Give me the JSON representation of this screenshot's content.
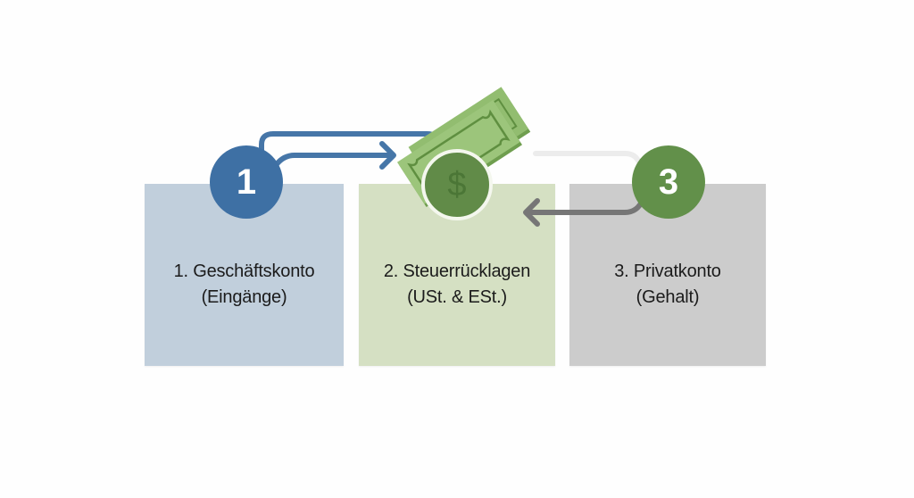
{
  "colors": {
    "background": "#ffffff",
    "box_1_fill": "#c1cfdc",
    "box_2_fill": "#d5e0c3",
    "box_3_fill": "#cccccc",
    "badge_1_fill": "#3e70a4",
    "badge_3_fill": "#62904a",
    "dollar_badge_fill": "#618b48",
    "dollar_glyph": "#4b7636",
    "blue_arrow": "#4676a8",
    "grey_arrow": "#767676",
    "faint_path": "#ececec",
    "bill_fill": "#8fbb6c",
    "bill_dark": "#5f8f40",
    "text": "#1b1b1b"
  },
  "steps": [
    {
      "number": "1",
      "line1": "1. Geschäftskonto",
      "line2": "(Eingänge)"
    },
    {
      "symbol": "$",
      "line1": "2. Steuerrücklagen",
      "line2": "(USt. & ESt.)"
    },
    {
      "number": "3",
      "line1": "3. Privatkonto",
      "line2": "(Gehalt)"
    }
  ],
  "icons": {
    "money": "money-bills-icon",
    "dollar": "dollar-sign-icon",
    "arrow_right": "arrow-right-icon",
    "arrow_left": "arrow-left-icon"
  }
}
